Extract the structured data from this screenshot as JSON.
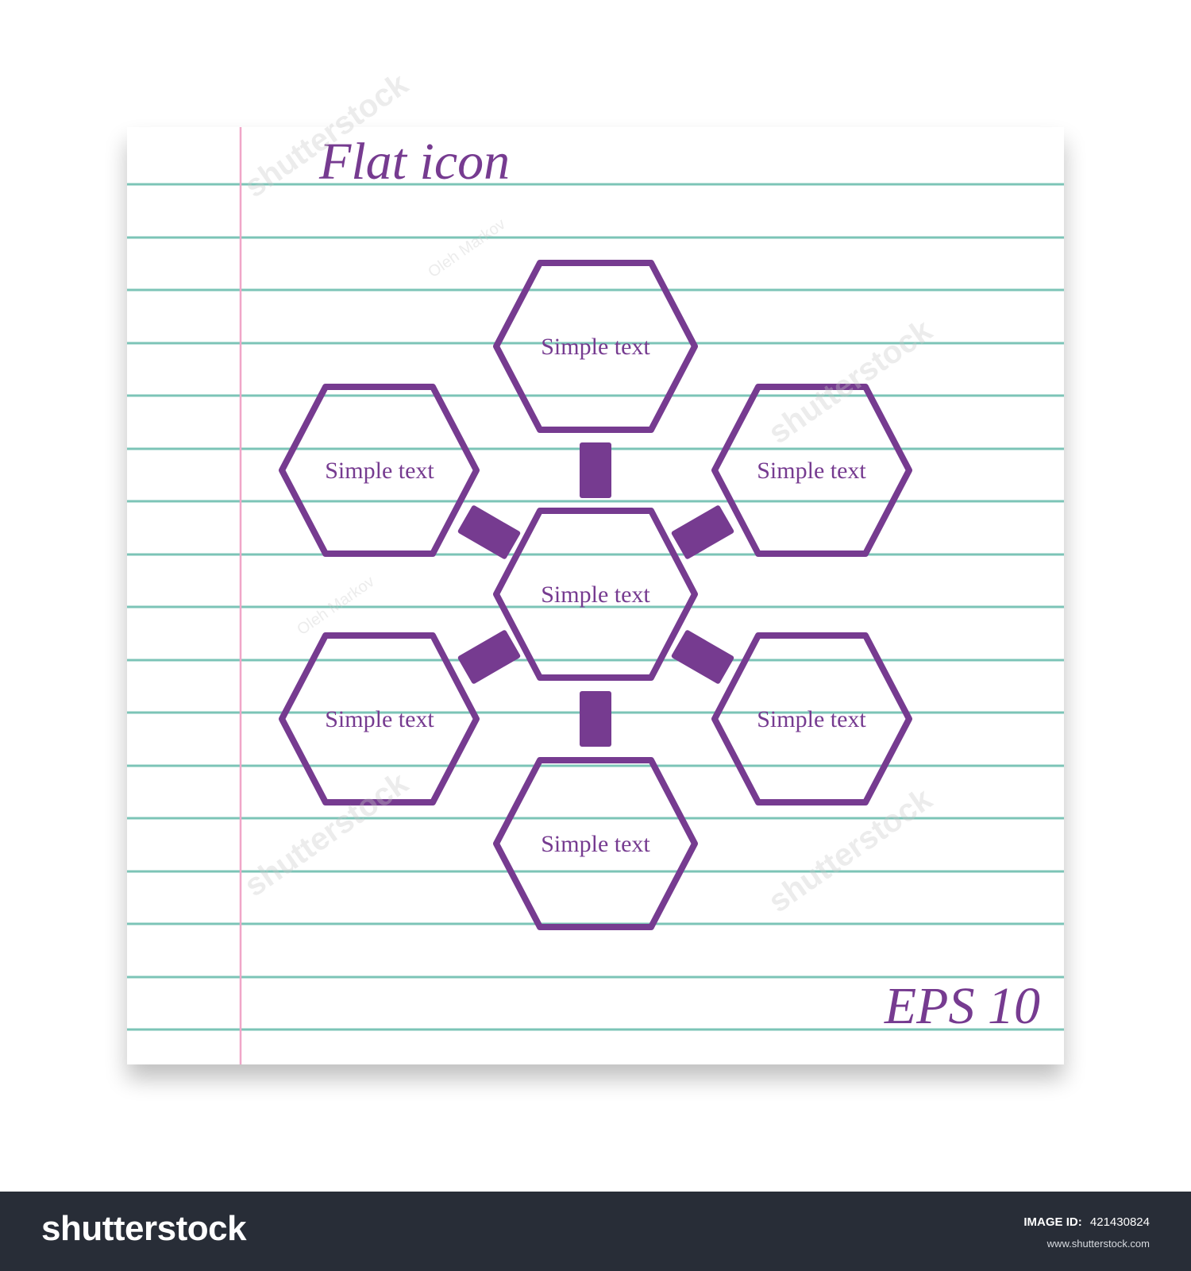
{
  "title": "Flat icon",
  "badge": "EPS 10",
  "diagram": {
    "center_label": "Simple text",
    "node_labels": [
      "Simple text",
      "Simple text",
      "Simple text",
      "Simple text",
      "Simple text",
      "Simple text"
    ]
  },
  "colors": {
    "accent": "#763b90",
    "ruled_line": "#7cc4b7",
    "margin_line": "#f0a6c8",
    "paper": "#ffffff",
    "footer_bg": "#282d37"
  },
  "watermark": {
    "brand": "shutterstock",
    "author": "Oleh Markov"
  },
  "footer": {
    "logo": "shutterstock",
    "image_id_label": "IMAGE ID:",
    "image_id": "421430824",
    "url": "www.shutterstock.com"
  }
}
